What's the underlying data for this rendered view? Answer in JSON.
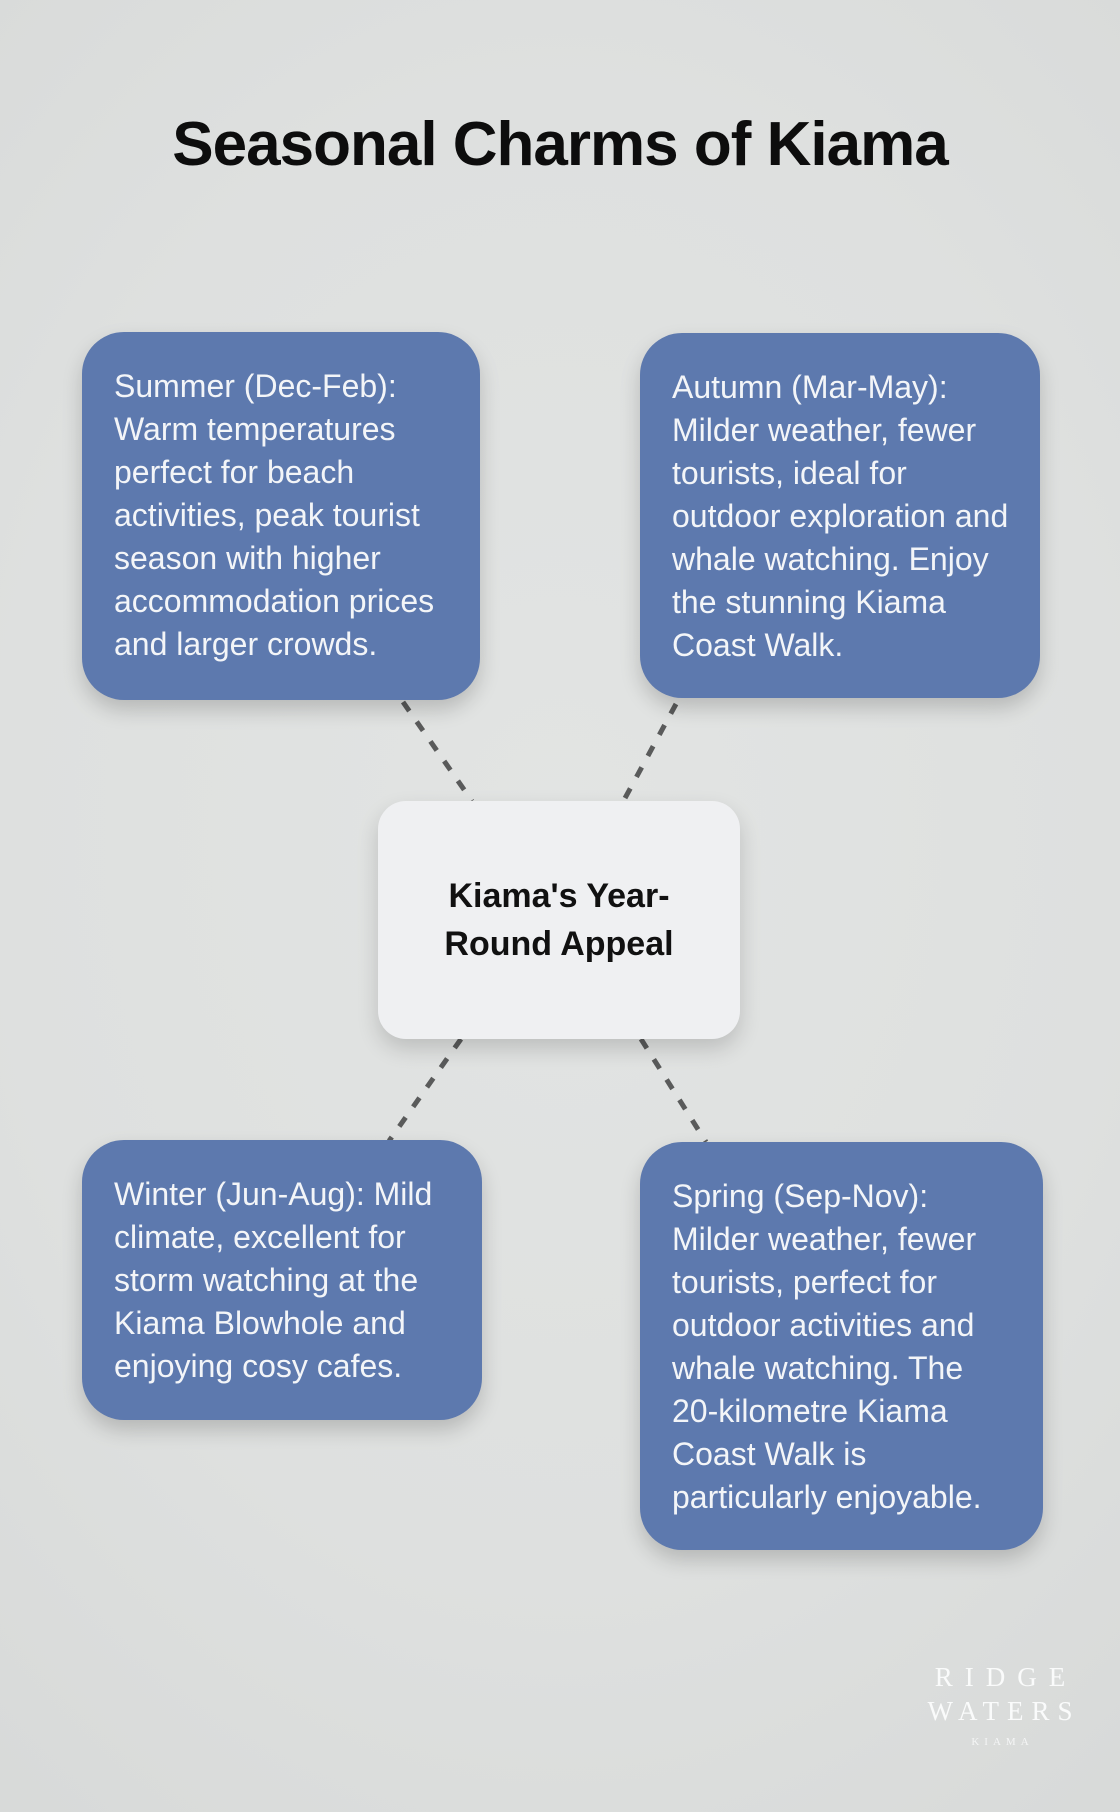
{
  "title": "Seasonal Charms of Kiama",
  "center_node": {
    "label": "Kiama's Year-Round Appeal"
  },
  "season_cards": [
    {
      "id": "summer",
      "text": "Summer (Dec-Feb): Warm temperatures perfect for beach activities, peak tourist season with higher accommodation prices and larger crowds."
    },
    {
      "id": "autumn",
      "text": "Autumn (Mar-May): Milder weather, fewer tourists, ideal for outdoor exploration and whale watching. Enjoy the stunning Kiama Coast Walk."
    },
    {
      "id": "winter",
      "text": "Winter (Jun-Aug): Mild climate, excellent for storm watching at the Kiama Blowhole and enjoying cosy cafes."
    },
    {
      "id": "spring",
      "text": "Spring (Sep-Nov): Milder weather, fewer tourists, perfect for outdoor activities and whale watching. The 20-kilometre Kiama Coast Walk is particularly enjoyable."
    }
  ],
  "logo": {
    "line1": "RIDGE",
    "line2": "WATERS",
    "line3": "KIAMA"
  },
  "colors": {
    "background": "#dee0df",
    "card_blue": "#5d79ae",
    "card_text": "#f3f5f8",
    "center_bg": "#eff0f2",
    "center_text": "#111111",
    "connector": "#5a5b5b",
    "title": "#0d0d0d",
    "logo": "#fafbfb"
  }
}
